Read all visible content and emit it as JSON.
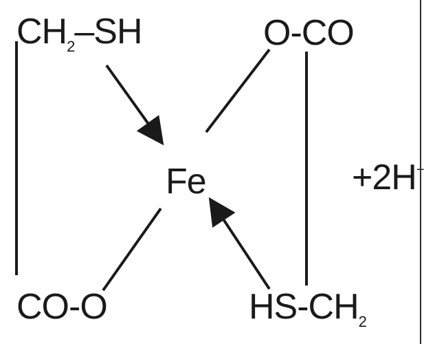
{
  "labels": {
    "ch2_sh": {
      "pre": "CH",
      "sub": "2",
      "post": "–SH"
    },
    "o_co": "O-CO",
    "fe": "Fe",
    "co_o": "CO-O",
    "hs_ch2": {
      "pre": "HS-CH",
      "sub": "2"
    },
    "h_plus": {
      "pre": "+2H",
      "sup": "+"
    }
  },
  "colors": {
    "ink": "#1a1a1a",
    "background": "#ffffff"
  }
}
